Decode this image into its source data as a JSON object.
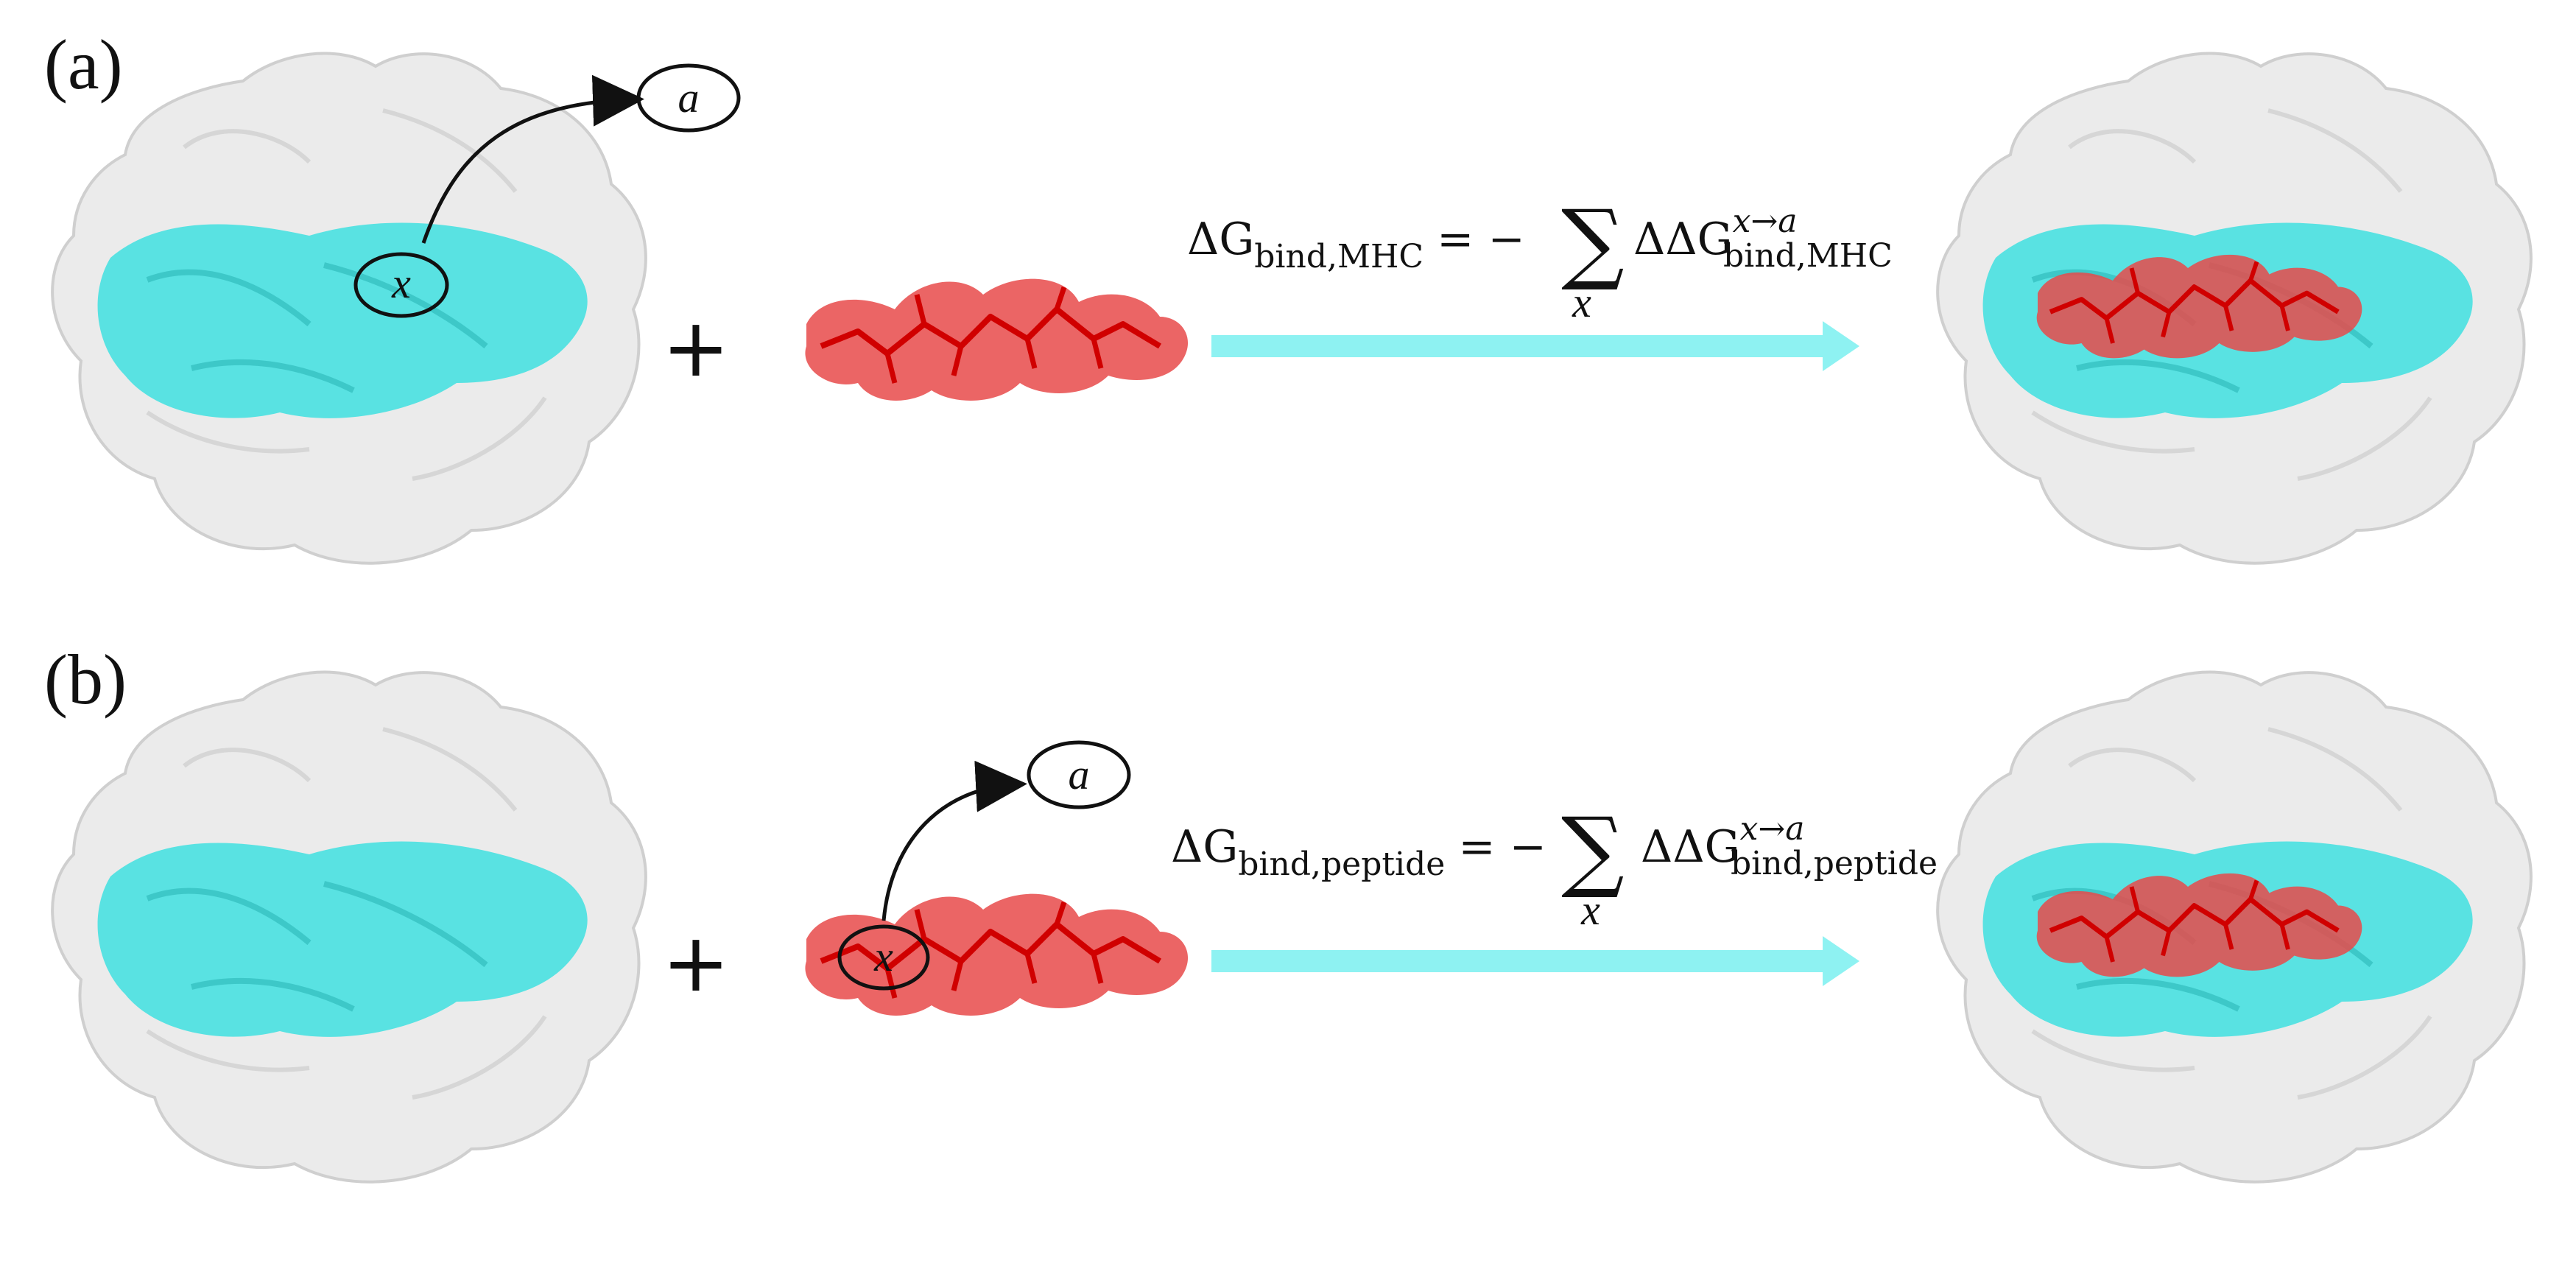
{
  "panels": [
    {
      "label": "(a)",
      "mutation_site": "x",
      "mutation_target": "a",
      "equation": {
        "lhs_symbol": "ΔG",
        "lhs_subscript": "bind,MHC",
        "sign": "= −",
        "sum_symbol": "∑",
        "sum_index": "x",
        "term_symbol": "ΔΔG",
        "term_superscript": "x→a",
        "term_subscript": "bind,MHC"
      }
    },
    {
      "label": "(b)",
      "mutation_site": "x",
      "mutation_target": "a",
      "equation": {
        "lhs_symbol": "ΔG",
        "lhs_subscript": "bind,peptide",
        "sign": "= −",
        "sum_symbol": "∑",
        "sum_index": "x",
        "term_symbol": "ΔΔG",
        "term_superscript": "x→a",
        "term_subscript": "bind,peptide"
      }
    }
  ],
  "plus_sign": "+",
  "colors": {
    "mhc_surface": "#e9e9e9",
    "mhc_outline": "#c9c9c9",
    "binding_groove": "#3fe0e0",
    "peptide": "#e84a4a",
    "peptide_sticks": "#e00000",
    "arrow": "#8ef2f2"
  }
}
